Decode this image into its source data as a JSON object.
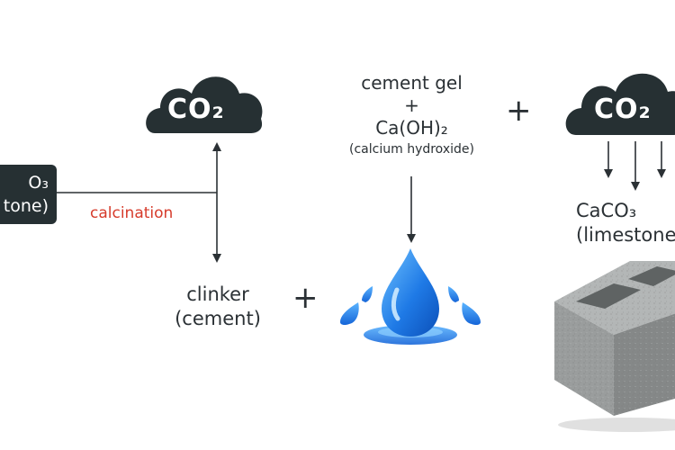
{
  "limestone_box": {
    "line1": "O₃",
    "line2": "tone)"
  },
  "cloud_left": {
    "label": "CO₂"
  },
  "cloud_right": {
    "label": "CO₂"
  },
  "calcination_label": "calcination",
  "clinker": {
    "line1": "clinker",
    "line2": "(cement)"
  },
  "plus_symbol": "+",
  "gel": {
    "line1": "cement gel",
    "plus": "+",
    "line3": "Ca(OH)₂",
    "line4": "(calcium hydroxide)"
  },
  "caco3_right": {
    "line1": "CaCO₃",
    "line2": "(limestone)"
  },
  "colors": {
    "dark": "#263033",
    "accent_red": "#d63b2b",
    "water_blue": "#1f7ae6",
    "concrete_gray": "#9ea1a1"
  },
  "icons": [
    "cloud-icon",
    "water-drop-icon",
    "concrete-block-icon"
  ]
}
